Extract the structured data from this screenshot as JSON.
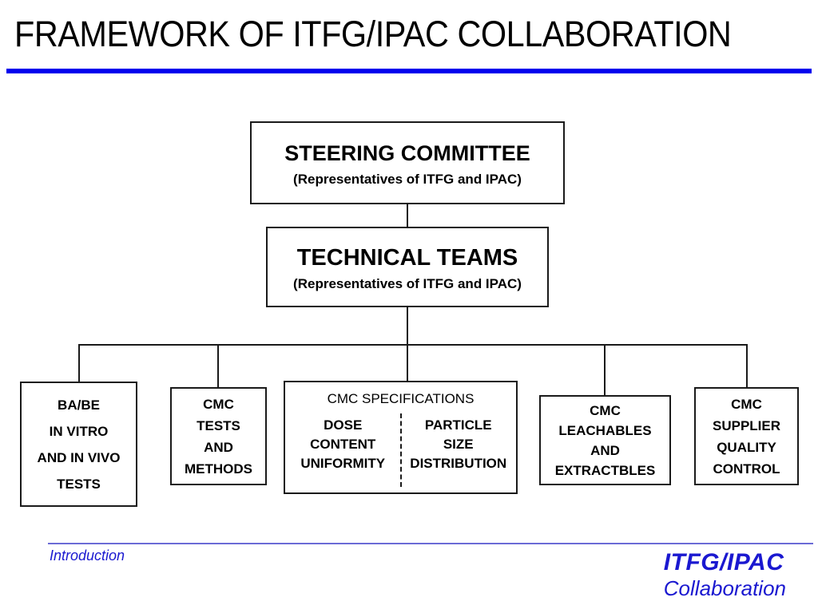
{
  "slide": {
    "title": "FRAMEWORK OF ITFG/IPAC COLLABORATION",
    "title_rule_color": "#0000ee"
  },
  "chart_data": {
    "type": "diagram",
    "subtype": "organizational-hierarchy",
    "title": "FRAMEWORK OF ITFG/IPAC COLLABORATION",
    "levels": [
      {
        "level": 1,
        "nodes": [
          {
            "id": "steering-committee",
            "headline": "STEERING COMMITTEE",
            "subline": "(Representatives of ITFG and IPAC)"
          }
        ]
      },
      {
        "level": 2,
        "nodes": [
          {
            "id": "technical-teams",
            "headline": "TECHNICAL TEAMS",
            "subline": "(Representatives of ITFG and IPAC)"
          }
        ]
      },
      {
        "level": 3,
        "nodes": [
          {
            "id": "ba-be",
            "lines": [
              "BA/BE",
              "IN VITRO",
              "AND IN VIVO",
              "TESTS"
            ]
          },
          {
            "id": "cmc-tests-methods",
            "lines": [
              "CMC",
              "TESTS",
              "AND",
              "METHODS"
            ]
          },
          {
            "id": "cmc-specifications",
            "header": "CMC SPECIFICATIONS",
            "columns": [
              {
                "id": "dose-content-uniformity",
                "lines": [
                  "DOSE",
                  "CONTENT",
                  "UNIFORMITY"
                ]
              },
              {
                "id": "particle-size-distribution",
                "lines": [
                  "PARTICLE",
                  "SIZE",
                  "DISTRIBUTION"
                ]
              }
            ],
            "divider": "dashed"
          },
          {
            "id": "cmc-leachables-extractbles",
            "lines": [
              "CMC",
              "LEACHABLES",
              "AND",
              "EXTRACTBLES"
            ]
          },
          {
            "id": "cmc-supplier-quality-control",
            "lines": [
              "CMC",
              "SUPPLIER",
              "QUALITY",
              "CONTROL"
            ]
          }
        ]
      }
    ],
    "edges": [
      {
        "from": "steering-committee",
        "to": "technical-teams"
      },
      {
        "from": "technical-teams",
        "to": "ba-be"
      },
      {
        "from": "technical-teams",
        "to": "cmc-tests-methods"
      },
      {
        "from": "technical-teams",
        "to": "cmc-specifications"
      },
      {
        "from": "technical-teams",
        "to": "cmc-leachables-extractbles"
      },
      {
        "from": "technical-teams",
        "to": "cmc-supplier-quality-control"
      }
    ],
    "box_border_color": "#1a1a1a",
    "background": "#ffffff"
  },
  "boxes": {
    "steering": {
      "headline": "STEERING COMMITTEE",
      "subline": "(Representatives of ITFG and IPAC)"
    },
    "technical": {
      "headline": "TECHNICAL TEAMS",
      "subline": "(Representatives of ITFG and IPAC)"
    },
    "babe": {
      "line1": "BA/BE",
      "line2": "IN VITRO",
      "line3": "AND IN VIVO",
      "line4": "TESTS"
    },
    "cmctests": {
      "line1": "CMC",
      "line2": "TESTS",
      "line3": "AND",
      "line4": "METHODS"
    },
    "spec": {
      "header": "CMC SPECIFICATIONS",
      "left": {
        "line1": "DOSE",
        "line2": "CONTENT",
        "line3": "UNIFORMITY"
      },
      "right": {
        "line1": "PARTICLE",
        "line2": "SIZE",
        "line3": "DISTRIBUTION"
      }
    },
    "leach": {
      "line1": "CMC",
      "line2": "LEACHABLES",
      "line3": "AND",
      "line4": "EXTRACTBLES"
    },
    "supplier": {
      "line1": "CMC",
      "line2": "SUPPLIER",
      "line3": "QUALITY",
      "line4": "CONTROL"
    }
  },
  "footer": {
    "section": "Introduction",
    "brand_main": "ITFG/IPAC",
    "brand_sub": "Collaboration",
    "color": "#1a18d0",
    "rule_color": "#6b6bd6"
  }
}
